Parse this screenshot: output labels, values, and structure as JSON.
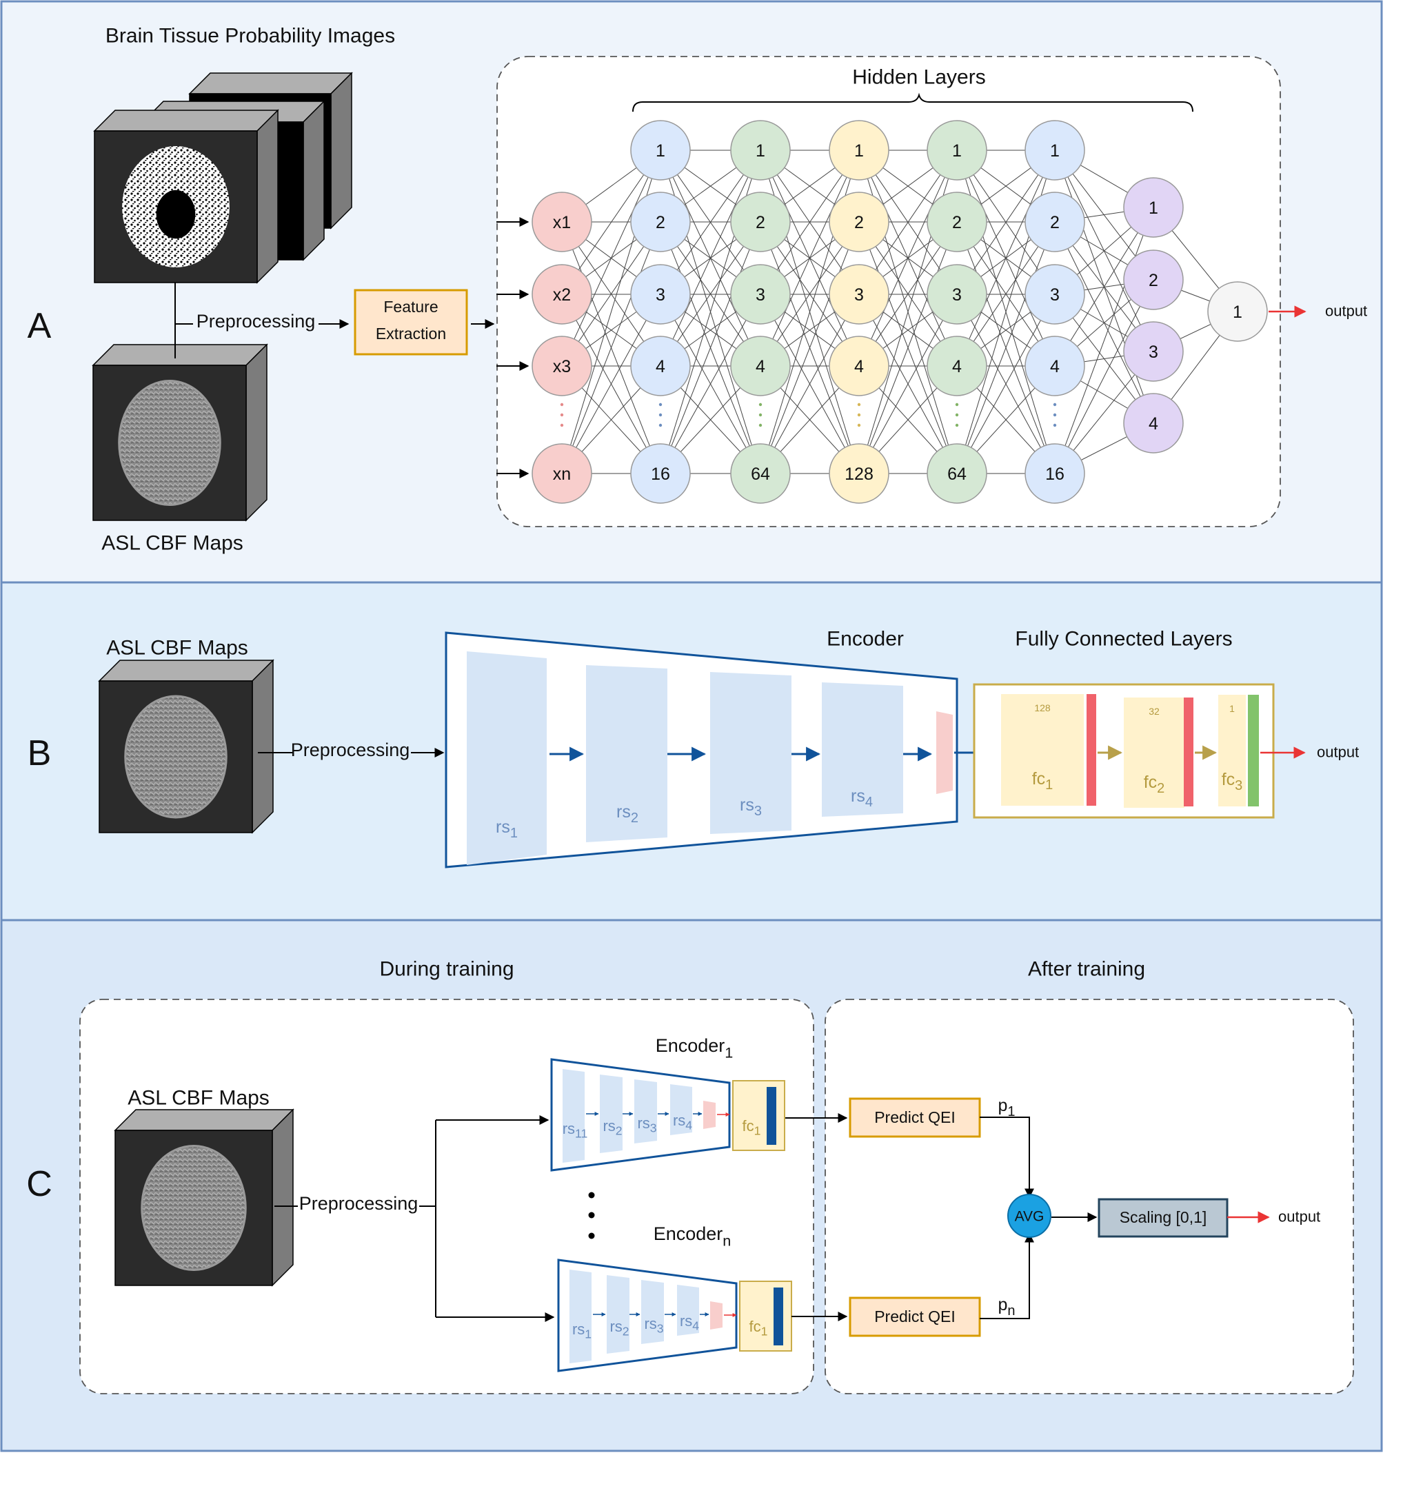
{
  "panels": {
    "a": {
      "letter": "A",
      "images_label": "Brain Tissue Probability Images",
      "cbf_label": "ASL CBF Maps",
      "preprocessing": "Preprocessing",
      "feature_extraction": [
        "Feature",
        "Extraction"
      ],
      "hidden_layers": "Hidden Layers",
      "output": "output",
      "inputs": [
        "x1",
        "x2",
        "x3",
        "xn"
      ],
      "layers": [
        {
          "labels": [
            "1",
            "2",
            "3",
            "4",
            "16"
          ],
          "color": "#dae8fc"
        },
        {
          "labels": [
            "1",
            "2",
            "3",
            "4",
            "64"
          ],
          "color": "#d5e8d4"
        },
        {
          "labels": [
            "1",
            "2",
            "3",
            "4",
            "128"
          ],
          "color": "#fff2cc"
        },
        {
          "labels": [
            "1",
            "2",
            "3",
            "4",
            "64"
          ],
          "color": "#d5e8d4"
        },
        {
          "labels": [
            "1",
            "2",
            "3",
            "4",
            "16"
          ],
          "color": "#dae8fc"
        }
      ],
      "final_layer": [
        "1",
        "2",
        "3",
        "4"
      ],
      "output_node": "1"
    },
    "b": {
      "letter": "B",
      "cbf_label": "ASL CBF Maps",
      "preprocessing": "Preprocessing",
      "encoder": "Encoder",
      "fc_title": "Fully Connected Layers",
      "rs_base": "rs",
      "rs_subs": [
        "1",
        "2",
        "3",
        "4"
      ],
      "fc_base": "fc",
      "fc_subs": [
        "1",
        "2",
        "3"
      ],
      "fc_sizes": [
        "128",
        "32",
        "1"
      ],
      "output": "output"
    },
    "c": {
      "letter": "C",
      "during": "During training",
      "after": "After training",
      "cbf_label": "ASL CBF Maps",
      "preprocessing": "Preprocessing",
      "encoder_base": "Encoder",
      "encoder_subs": [
        "1",
        "n"
      ],
      "predict": "Predict QEI",
      "p_base": "p",
      "p_subs": [
        "1",
        "n"
      ],
      "avg": "AVG",
      "scaling": "Scaling [0,1]",
      "output": "output",
      "rs_base": "rs",
      "rs_subs_top": [
        "11",
        "2",
        "3",
        "4"
      ],
      "rs_subs_bottom": [
        "1",
        "2",
        "3",
        "4"
      ],
      "fc_base": "fc",
      "fc_sub": "1"
    }
  },
  "colors": {
    "panel_a": "#eef4fb",
    "panel_b": "#e0eefa",
    "panel_c": "#dae8f8",
    "panel_border": "#6c8ebf",
    "input_node": "#f8cecc",
    "final_node": "#e1d5f5",
    "output_node": "#f5f5f5",
    "encoder_stroke": "#10539a",
    "encoder_block": "#d6e5f6",
    "fc_fill": "#fff2cc",
    "fc_stroke": "#c9ac4a",
    "orange_stroke": "#d79b00",
    "orange_fill": "#ffe6cc",
    "red": "#ea3434",
    "avg": "#1ba1e2",
    "scaling": "#bac8d3"
  }
}
